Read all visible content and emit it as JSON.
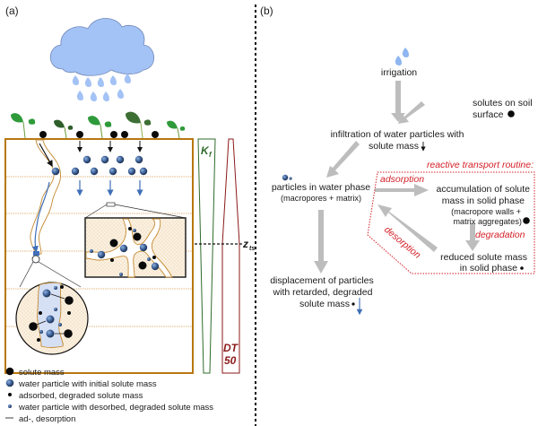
{
  "panel_a": {
    "label": "(a)",
    "kf_label": "K",
    "kf_sub": "f",
    "dt_label_1": "DT",
    "dt_label_2": "50",
    "zts_label": "z",
    "zts_sub": "ts",
    "legend": [
      {
        "icon": "solute-mass-dot",
        "text": "solute mass"
      },
      {
        "icon": "water-particle-initial",
        "text": "water particle with initial solute mass"
      },
      {
        "icon": "adsorbed-degraded-dot",
        "text": "adsorbed, degraded solute mass"
      },
      {
        "icon": "water-particle-desorbed",
        "text": "water particle with desorbed, degraded solute mass"
      },
      {
        "icon": "ad-desorption-arrow",
        "text": "ad-, desorption"
      }
    ]
  },
  "panel_b": {
    "label": "(b)",
    "irrigation": "irrigation",
    "solutes_line1": "solutes on soil",
    "solutes_line2": "surface",
    "infiltration_line1": "infiltration of water particles with",
    "infiltration_line2": "solute mass",
    "particles_line1": "particles in water phase",
    "particles_line2": "(macropores + matrix)",
    "routine_title": "reactive transport routine:",
    "adsorption": "adsorption",
    "desorption": "desorption",
    "degradation": "degradation",
    "accum_line1": "accumulation of solute",
    "accum_line2": "mass in solid phase",
    "accum_line3": "(macropore walls +",
    "accum_line4": "matrix aggregates)",
    "reduced_line1": "reduced solute mass",
    "reduced_line2": "in solid phase",
    "displacement_line1": "displacement of particles",
    "displacement_line2": "with retarded, degraded",
    "displacement_line3": "solute mass"
  },
  "colors": {
    "soil_border": "#b8770f",
    "cloud_fill": "#a3c2f5",
    "cloud_stroke": "#6f88b8",
    "kf_green": "#2f6b2a",
    "dt_red": "#8b1a1a",
    "routine_red": "#d42027",
    "arrow_gray": "#bdbdbd",
    "water_blue": "#3f6fb8"
  }
}
